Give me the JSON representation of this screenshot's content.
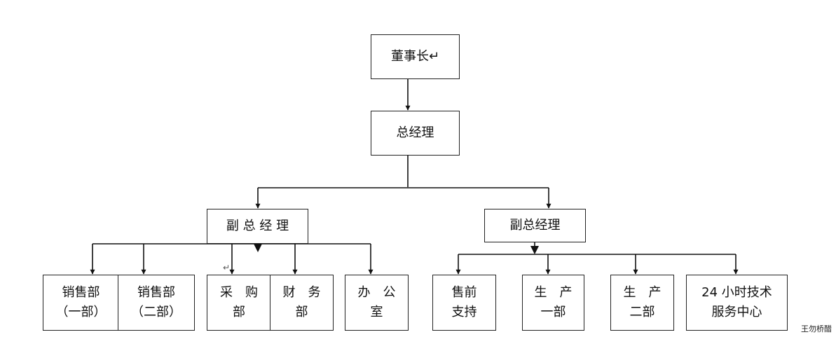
{
  "org_chart": {
    "chairman": "董事长↵",
    "general_manager": "总经理",
    "deputy_left": "副 总 经 理",
    "deputy_right": "副总经理",
    "departments": {
      "sales1": [
        "销售部",
        "（一部）"
      ],
      "sales2": [
        "销售部",
        "（二部）"
      ],
      "purchasing": [
        "采　购",
        "部"
      ],
      "finance": [
        "财　务",
        "部"
      ],
      "office": [
        "办　公",
        "室"
      ],
      "presales": [
        "售前",
        "支持"
      ],
      "production1": [
        "生　产",
        "一部"
      ],
      "production2": [
        "生　产",
        "二部"
      ],
      "service": [
        "24 小时技术",
        "服务中心"
      ]
    }
  },
  "stray_mark": "↵",
  "watermark": "王勿桥醋",
  "colors": {
    "line": "#111111",
    "border": "#222222",
    "background": "#ffffff"
  }
}
